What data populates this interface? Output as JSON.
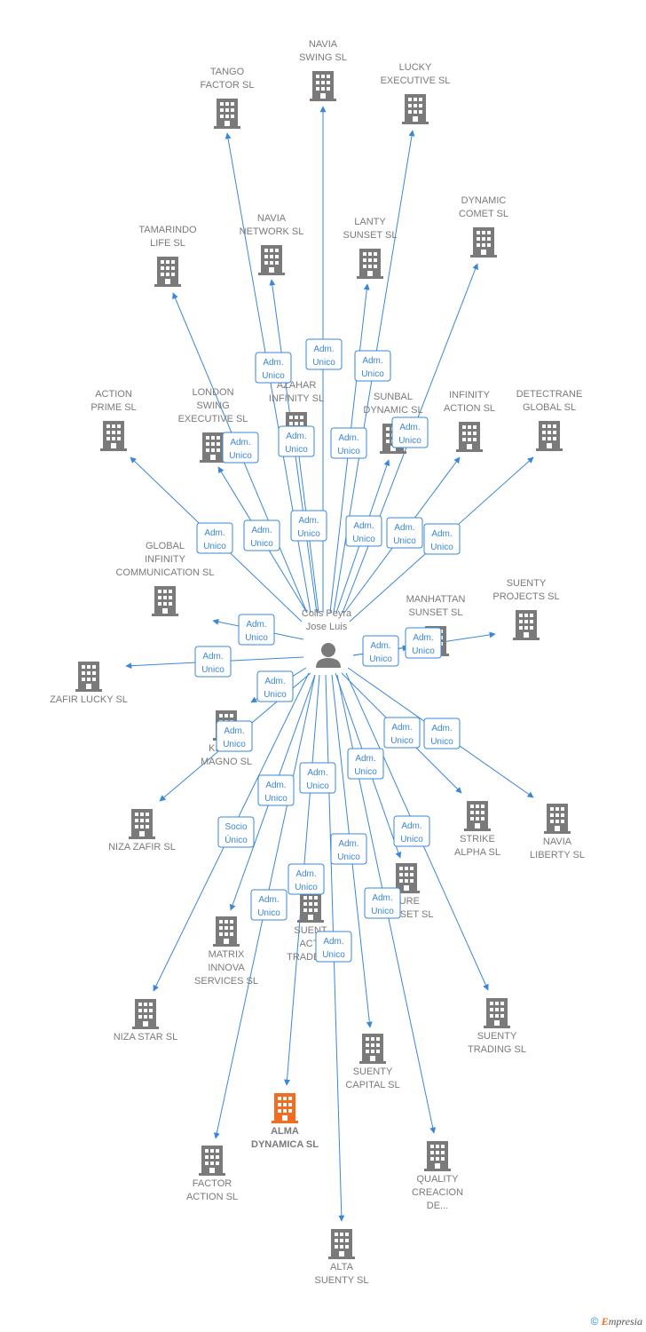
{
  "center": {
    "name_line1": "Colls Peyra",
    "name_line2": "Jose Luis"
  },
  "colors": {
    "edge": "#3a87d6",
    "building": "#7a7a7a",
    "highlight": "#f26d21"
  },
  "nodes": [
    {
      "id": "tango",
      "lines": [
        "TANGO",
        "FACTOR SL"
      ],
      "role": [
        "Adm.",
        "Unico"
      ]
    },
    {
      "id": "navia_swing",
      "lines": [
        "NAVIA",
        "SWING SL"
      ],
      "role": [
        "Adm.",
        "Unico"
      ]
    },
    {
      "id": "lucky",
      "lines": [
        "LUCKY",
        "EXECUTIVE SL"
      ],
      "role": [
        "Adm.",
        "Unico"
      ]
    },
    {
      "id": "dynamic_comet",
      "lines": [
        "DYNAMIC",
        "COMET SL"
      ],
      "role": [
        "Adm.",
        "Unico"
      ]
    },
    {
      "id": "tamarindo",
      "lines": [
        "TAMARINDO",
        "LIFE SL"
      ],
      "role": [
        "Adm.",
        "Unico"
      ]
    },
    {
      "id": "navia_network",
      "lines": [
        "NAVIA",
        "NETWORK SL"
      ],
      "role": [
        "Adm.",
        "Unico"
      ]
    },
    {
      "id": "lanty",
      "lines": [
        "LANTY",
        "SUNSET SL"
      ],
      "role": [
        "Adm.",
        "Unico"
      ]
    },
    {
      "id": "action_prime",
      "lines": [
        "ACTION",
        "PRIME SL"
      ],
      "role": [
        "Adm.",
        "Unico"
      ]
    },
    {
      "id": "london",
      "lines": [
        "LONDON",
        "SWING",
        "EXECUTIVE SL"
      ],
      "role": [
        "Adm.",
        "Unico"
      ]
    },
    {
      "id": "azahar",
      "lines": [
        "AZAHAR",
        "INFINITY SL"
      ],
      "role": [
        "Adm.",
        "Unico"
      ]
    },
    {
      "id": "sunbal",
      "lines": [
        "SUNBAL",
        "DYNAMIC SL"
      ],
      "role": [
        "Adm.",
        "Unico"
      ]
    },
    {
      "id": "infinity_action",
      "lines": [
        "INFINITY",
        "ACTION SL"
      ],
      "role": [
        "Adm.",
        "Unico"
      ]
    },
    {
      "id": "detectrane",
      "lines": [
        "DETECTRANE",
        "GLOBAL  SL"
      ],
      "role": [
        "Adm.",
        "Unico"
      ]
    },
    {
      "id": "global_inf",
      "lines": [
        "GLOBAL",
        "INFINITY",
        "COMMUNICATION SL"
      ],
      "role": [
        "Adm.",
        "Unico"
      ]
    },
    {
      "id": "manhattan",
      "lines": [
        "MANHATTAN",
        "SUNSET SL"
      ],
      "role": [
        "Adm.",
        "Unico"
      ]
    },
    {
      "id": "suenty_projects",
      "lines": [
        "SUENTY",
        "PROJECTS SL"
      ],
      "role": [
        "Adm.",
        "Unico"
      ]
    },
    {
      "id": "zafir",
      "lines": [
        "ZAFIR LUCKY SL"
      ],
      "role": [
        "Adm.",
        "Unico"
      ]
    },
    {
      "id": "kentia",
      "lines": [
        "KENTIA",
        "MAGNO SL"
      ],
      "role": [
        "Adm.",
        "Unico"
      ]
    },
    {
      "id": "niza_zafir",
      "lines": [
        "NIZA ZAFIR SL"
      ],
      "role": [
        "Adm.",
        "Unico"
      ]
    },
    {
      "id": "strike",
      "lines": [
        "STRIKE",
        "ALPHA SL"
      ],
      "role": [
        "Adm.",
        "Unico"
      ]
    },
    {
      "id": "navia_liberty",
      "lines": [
        "NAVIA",
        "LIBERTY SL"
      ],
      "role": [
        "Adm.",
        "Unico"
      ]
    },
    {
      "id": "future",
      "lines": [
        "TURE",
        "SUNSET SL"
      ],
      "role": [
        "Adm.",
        "Unico"
      ]
    },
    {
      "id": "suenty_action",
      "lines": [
        "SUENT",
        "ACTI",
        "TRADE SL"
      ],
      "role": [
        "Adm.",
        "Unico"
      ]
    },
    {
      "id": "matrix",
      "lines": [
        "MATRIX",
        "INNOVA",
        "SERVICES SL"
      ],
      "role": [
        "Adm.",
        "Unico"
      ]
    },
    {
      "id": "niza_star",
      "lines": [
        "NIZA STAR SL"
      ],
      "role": [
        "Socio",
        "Único"
      ]
    },
    {
      "id": "suenty_trading",
      "lines": [
        "SUENTY",
        "TRADING SL"
      ],
      "role": [
        "Adm.",
        "Unico"
      ]
    },
    {
      "id": "suenty_capital",
      "lines": [
        "SUENTY",
        "CAPITAL SL"
      ],
      "role": [
        "Adm.",
        "Unico"
      ]
    },
    {
      "id": "alma",
      "lines": [
        "ALMA",
        "DYNAMICA  SL"
      ],
      "role": [
        "Adm.",
        "Unico"
      ],
      "highlight": true
    },
    {
      "id": "factor_action",
      "lines": [
        "FACTOR",
        "ACTION SL"
      ],
      "role": [
        "Adm.",
        "Unico"
      ]
    },
    {
      "id": "quality",
      "lines": [
        "QUALITY",
        "CREACION",
        "DE..."
      ],
      "role": [
        "Adm.",
        "Unico"
      ]
    },
    {
      "id": "alta",
      "lines": [
        "ALTA",
        "SUENTY SL"
      ],
      "role": [
        "Adm.",
        "Unico"
      ]
    }
  ],
  "footer": {
    "copyright_symbol": "©",
    "brand_initial": "E",
    "brand_rest": "mpresia"
  }
}
